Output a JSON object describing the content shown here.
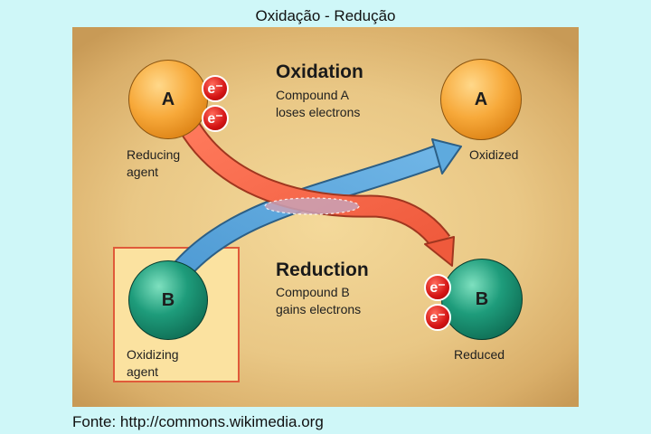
{
  "title": "Oxidação - Redução",
  "source": "Fonte: http://commons.wikimedia.org",
  "diagram": {
    "oxidation": {
      "heading": "Oxidation",
      "description": "Compound A\nloses electrons"
    },
    "reduction": {
      "heading": "Reduction",
      "description": "Compound B\ngains electrons"
    },
    "compound_a_letter": "A",
    "compound_b_letter": "B",
    "electron_label": "e⁻",
    "reducing_agent_label": "Reducing\nagent",
    "oxidizing_agent_label": "Oxidizing\nagent",
    "oxidized_label": "Oxidized",
    "reduced_label": "Reduced",
    "colors": {
      "compound_a": "#f7a93a",
      "compound_b": "#1e9c7b",
      "electron": "#d41414",
      "electron_transfer_arrow": "#f26a4f",
      "oxidation_arrow": "#5aa3d8",
      "highlight_box": "#fbe2a0"
    }
  }
}
